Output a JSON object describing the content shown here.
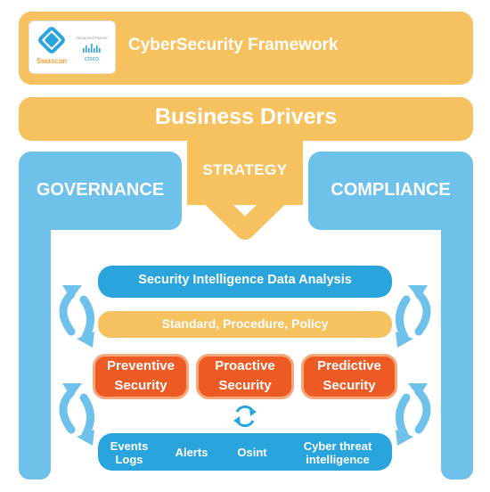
{
  "header": {
    "title": "CyberSecurity Framework",
    "logo_brand": "Swascan",
    "partner_tagline": "Advanced Partner",
    "partner_brand": "cisco"
  },
  "business_drivers": {
    "label": "Business Drivers"
  },
  "strategy": {
    "label": "STRATEGY"
  },
  "governance": {
    "label": "GOVERNANCE"
  },
  "compliance": {
    "label": "COMPLIANCE"
  },
  "security_intelligence": {
    "label": "Security Intelligence Data Analysis"
  },
  "standards": {
    "label": "Standard, Procedure, Policy"
  },
  "security_types": [
    {
      "line1": "Preventive",
      "line2": "Security"
    },
    {
      "line1": "Proactive",
      "line2": "Security"
    },
    {
      "line1": "Predictive",
      "line2": "Security"
    }
  ],
  "sources": {
    "events_line1": "Events",
    "events_line2": "Logs",
    "alerts": "Alerts",
    "osint": "Osint",
    "cti_line1": "Cyber threat",
    "cti_line2": "intelligence"
  },
  "colors": {
    "yellow": "#f6c15f",
    "light_blue": "#6ec1ea",
    "blue": "#2aa4dd",
    "orange": "#ee5a24"
  },
  "icons": {
    "chevron": "chevron-down-icon",
    "cycle": "refresh-cycle-icon",
    "loop": "curved-loop-arrow-icon"
  }
}
